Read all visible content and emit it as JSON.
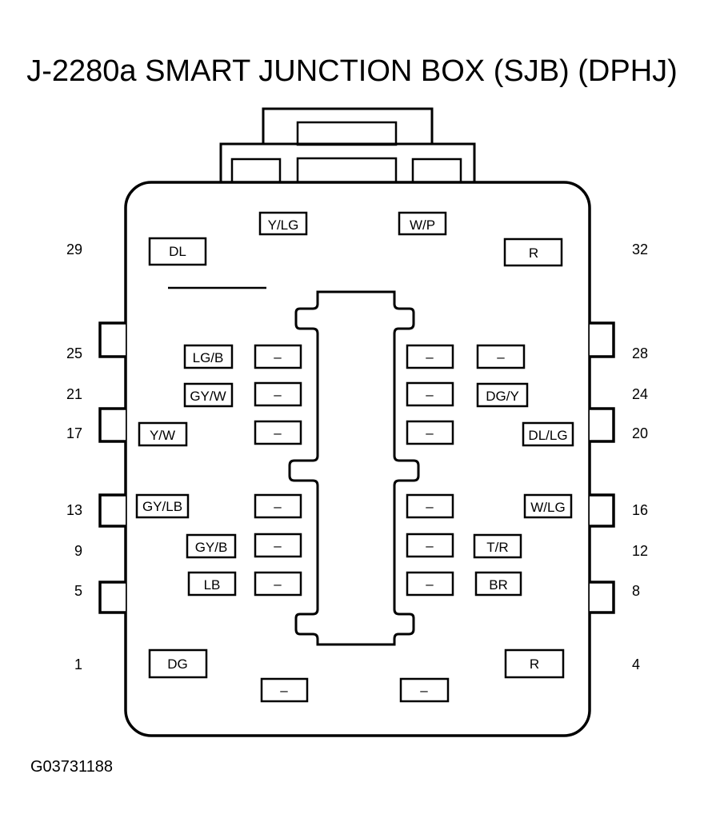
{
  "title": "J-2280a SMART JUNCTION BOX (SJB) (DPHJ)",
  "figure_id": "G03731188",
  "colors": {
    "line": "#000000",
    "background": "#ffffff"
  },
  "pin_numbers": {
    "left": [
      "29",
      "25",
      "21",
      "17",
      "13",
      "9",
      "5",
      "1"
    ],
    "right": [
      "32",
      "28",
      "24",
      "20",
      "16",
      "12",
      "8",
      "4"
    ]
  },
  "wires": {
    "top": [
      "Y/LG",
      "W/P"
    ],
    "row_29": [
      "DL"
    ],
    "row_32": [
      "R"
    ],
    "left_outer": [
      "LG/B",
      "GY/W",
      "Y/W",
      "GY/LB",
      "GY/B",
      "LB"
    ],
    "left_inner": [
      "–",
      "–",
      "–",
      "–",
      "–",
      "–"
    ],
    "right_inner": [
      "–",
      "–",
      "–",
      "–",
      "–",
      "–"
    ],
    "right_outer": [
      "–",
      "DG/Y",
      "DL/LG",
      "W/LG",
      "T/R",
      "BR"
    ],
    "row_1": [
      "DG"
    ],
    "row_4": [
      "R"
    ],
    "bottom": [
      "–",
      "–"
    ]
  }
}
